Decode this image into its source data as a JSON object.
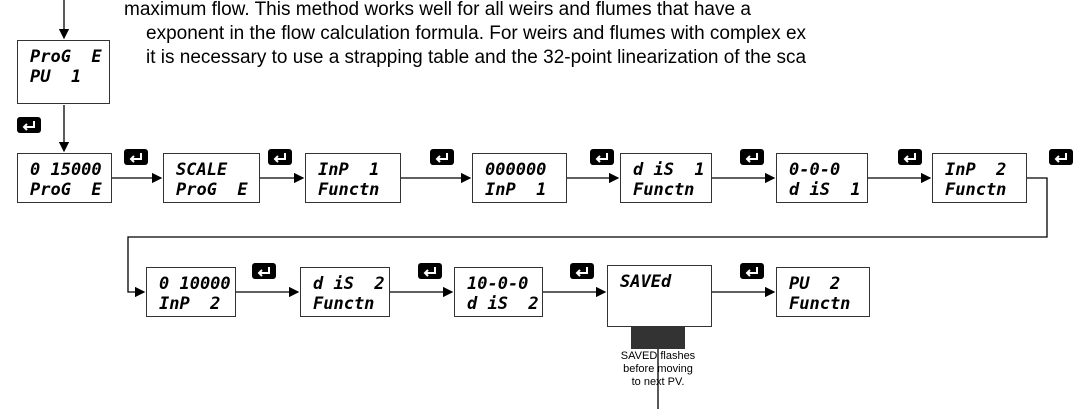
{
  "intro": {
    "line1": "maximum flow. This method works well for all weirs and flumes that have a",
    "line2": "exponent in the flow calculation formula. For weirs and flumes with complex ex",
    "line3": "it is necessary to use a strapping table and the 32-point linearization of the sca"
  },
  "displays": {
    "top": {
      "l1": "ProG  E",
      "l2": "PU  1"
    },
    "d1": {
      "l1": "0 15000",
      "l2": "ProG  E"
    },
    "d2": {
      "l1": "SCALE",
      "l2": "ProG  E"
    },
    "d3": {
      "l1": "InP  1",
      "l2": "Functn"
    },
    "d4": {
      "l1": "000000",
      "l2": "InP  1"
    },
    "d5": {
      "l1": "d iS  1",
      "l2": "Functn"
    },
    "d6": {
      "l1": "0-0-0",
      "l2": "d iS  1"
    },
    "d7": {
      "l1": "InP  2",
      "l2": "Functn"
    },
    "d8": {
      "l1": "0 10000",
      "l2": "InP  2"
    },
    "d9": {
      "l1": "d iS  2",
      "l2": "Functn"
    },
    "d10": {
      "l1": "10-0-0",
      "l2": "d iS  2"
    },
    "d11": {
      "l1": "SAVEd",
      "l2": ""
    },
    "d12": {
      "l1": "PU  2",
      "l2": "Functn"
    }
  },
  "saved_note": {
    "line1": "SAVED flashes",
    "line2": "before moving",
    "line3": "to next PV."
  },
  "icons": {
    "enter": "enter-key-icon"
  }
}
